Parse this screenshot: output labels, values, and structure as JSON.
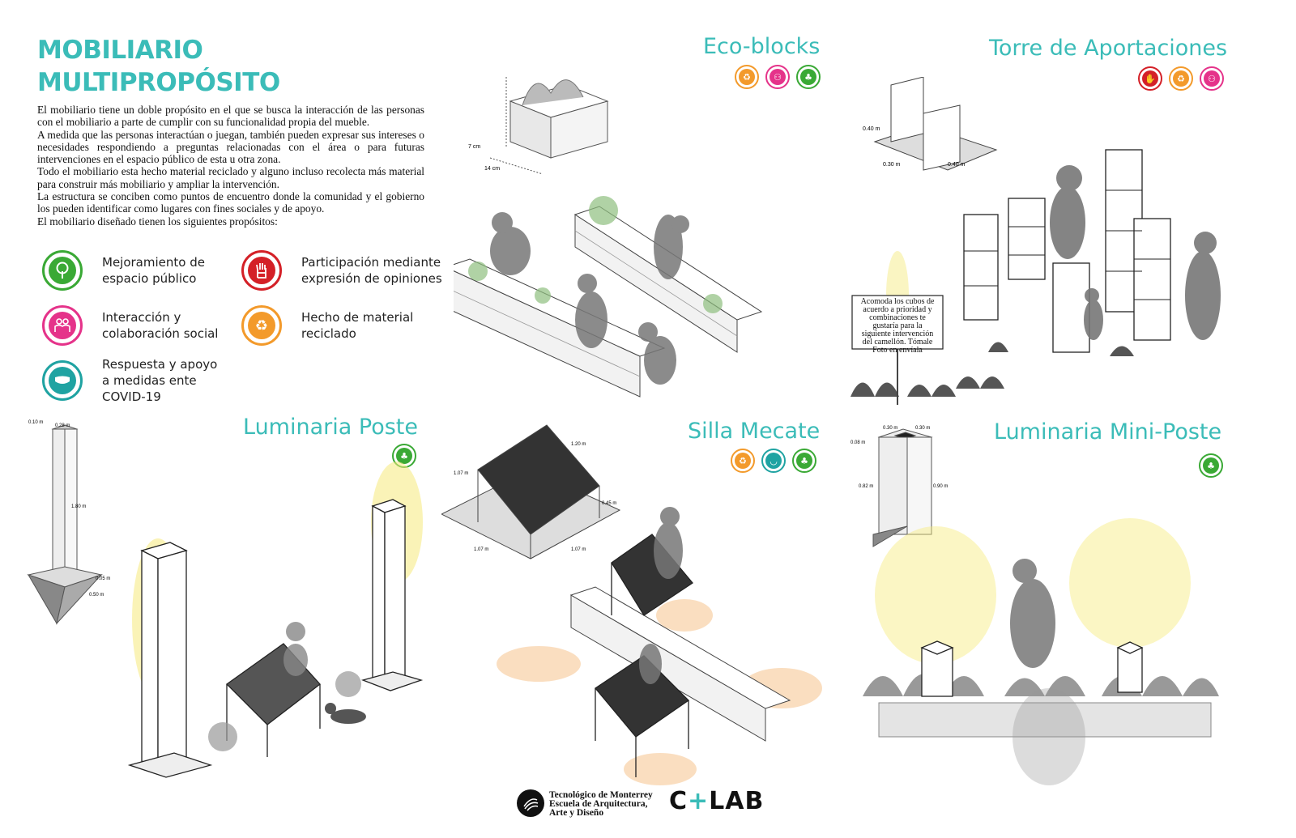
{
  "title": {
    "line1": "MOBILIARIO",
    "line2": "MULTIPROPÓSITO"
  },
  "intro": [
    "El mobiliario tiene un doble propósito en el que se busca la interacción de las personas con el mobiliario a parte de cumplir con su funcionalidad propia del mueble.",
    "A medida que las personas interactúan o juegan, también pueden expresar sus intereses o necesidades respondiendo a preguntas relacionadas con el área o para futuras intervenciones en el espacio público de esta u otra zona.",
    "Todo el mobiliario esta hecho material reciclado y alguno incluso recolecta más material para construir más mobiliario y ampliar la intervención.",
    "La estructura se conciben como puntos de encuentro donde la comunidad y el gobierno los pueden identificar como lugares con fines sociales y de apoyo.",
    "El mobiliario diseñado tienen los siguientes propósitos:"
  ],
  "legend": [
    {
      "icon": "tree-icon",
      "color": "#3aa935",
      "line1": "Mejoramiento de",
      "line2": "espacio público",
      "line3": ""
    },
    {
      "icon": "hand-icon",
      "color": "#d42027",
      "line1": "Participación mediante",
      "line2": "expresión de opiniones",
      "line3": ""
    },
    {
      "icon": "people-icon",
      "color": "#e5338a",
      "line1": "Interacción y",
      "line2": "colaboración social",
      "line3": ""
    },
    {
      "icon": "recycle-icon",
      "color": "#f39a2b",
      "line1": "Hecho de material",
      "line2": "reciclado",
      "line3": ""
    },
    {
      "icon": "mask-icon",
      "color": "#1fa3a2",
      "line1": "Respuesta y apoyo",
      "line2": "a medidas ente",
      "line3": "COVID-19"
    }
  ],
  "sections": {
    "ecoblocks": {
      "title": "Eco-blocks",
      "badges": [
        "recycle-icon",
        "people-icon",
        "tree-icon"
      ]
    },
    "torre": {
      "title": "Torre de Aportaciones",
      "badges": [
        "hand-icon",
        "recycle-icon",
        "people-icon"
      ]
    },
    "luminaria_poste": {
      "title": "Luminaria Poste",
      "badges": [
        "tree-icon"
      ]
    },
    "silla_mecate": {
      "title": "Silla Mecate",
      "badges": [
        "recycle-icon",
        "mask-icon",
        "tree-icon"
      ]
    },
    "mini_poste": {
      "title": "Luminaria Mini-Poste",
      "badges": [
        "tree-icon"
      ]
    }
  },
  "colors": {
    "teal": "#3bbcb8",
    "green": "#3aa935",
    "red": "#d42027",
    "pink": "#e5338a",
    "orange": "#f39a2b",
    "cyan": "#1fa3a2"
  },
  "dimensions": {
    "eco_h": "7 cm",
    "eco_w": "14 cm",
    "torre_h": "0.40 m",
    "torre_w1": "0.30 m",
    "torre_w2": "0.40 m",
    "poste_top1": "0.10 m",
    "poste_top2": "0.28 m",
    "poste_h": "1.80 m",
    "poste_base1": "0.05 m",
    "poste_base2": "0.50 m",
    "silla_h": "1.07 m",
    "silla_d1": "1.07 m",
    "silla_d2": "1.07 m",
    "silla_s": "0.45 m",
    "silla_top": "1.20 m",
    "mini_top1": "0.30 m",
    "mini_top2": "0.30 m",
    "mini_side": "0.08 m",
    "mini_h1": "0.82 m",
    "mini_h2": "0.90 m"
  },
  "sign": {
    "lines": [
      "Acomoda los cubos de",
      "acuerdo a prioridad y",
      "combinaciones te",
      "gustaría para la",
      "siguiente intervención",
      "del camellón. Tómale",
      "Foto en envíala"
    ]
  },
  "footer": {
    "tec_line1": "Tecnológico de Monterrey",
    "tec_line2": "Escuela de Arquitectura,",
    "tec_line3": "Arte y Diseño",
    "clab_c": "C",
    "clab_plus": "+",
    "clab_lab": "LAB"
  }
}
